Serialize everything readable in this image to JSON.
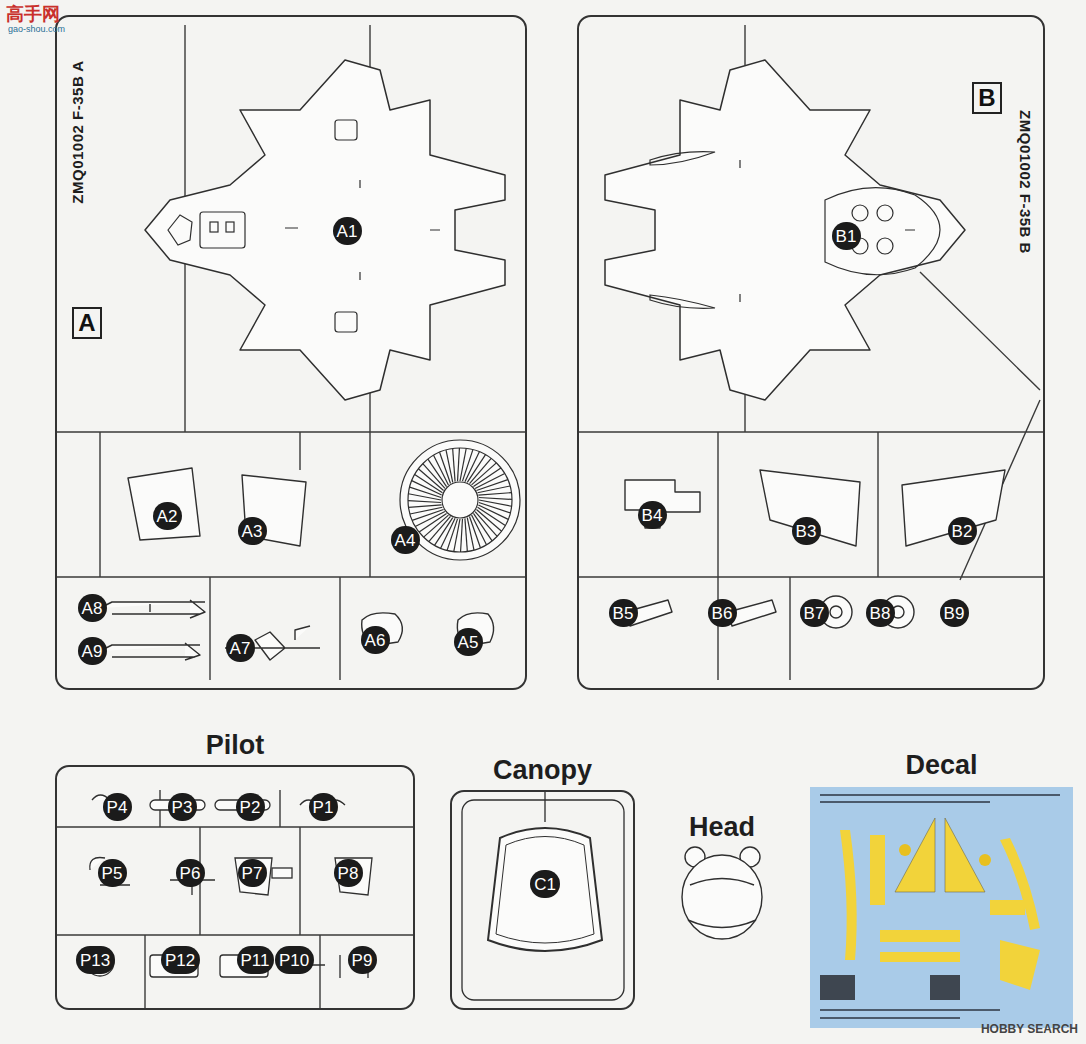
{
  "diagram": {
    "nodes": [
      {
        "text": [
          "ZMQ01002 F-35B A"
        ]
      },
      {
        "text": [
          "A"
        ],
        "in": 0
      },
      {
        "text": [
          "A1"
        ],
        "in": 0
      },
      {
        "text": [
          "A2"
        ],
        "in": 0
      },
      {
        "text": [
          "A3"
        ],
        "in": 0
      },
      {
        "text": [
          "A4"
        ],
        "in": 0
      },
      {
        "text": [
          "A8"
        ],
        "in": 0
      },
      {
        "text": [
          "A7"
        ],
        "in": 0
      },
      {
        "text": [
          "A6"
        ],
        "in": 0
      },
      {
        "text": [
          "A5"
        ],
        "in": 0
      },
      {
        "text": [
          "A9"
        ],
        "in": 0
      },
      {
        "text": [
          "ZMQ01002 F-35B B"
        ]
      },
      {
        "text": [
          "B"
        ],
        "in": 11
      },
      {
        "text": [
          "B1"
        ],
        "in": 11
      },
      {
        "text": [
          "B4"
        ],
        "in": 11
      },
      {
        "text": [
          "B3"
        ],
        "in": 11
      },
      {
        "text": [
          "B2"
        ],
        "in": 11
      },
      {
        "text": [
          "B5"
        ],
        "in": 11
      },
      {
        "text": [
          "B6"
        ],
        "in": 11
      },
      {
        "text": [
          "B7"
        ],
        "in": 11
      },
      {
        "text": [
          "B8"
        ],
        "in": 11
      },
      {
        "text": [
          "B9"
        ],
        "in": 11
      },
      {
        "text": [
          "Pilot"
        ]
      },
      {
        "text": [
          "P4"
        ],
        "in": 22
      },
      {
        "text": [
          "P3"
        ],
        "in": 22
      },
      {
        "text": [
          "P2"
        ],
        "in": 22
      },
      {
        "text": [
          "P1"
        ],
        "in": 22
      },
      {
        "text": [
          "P5"
        ],
        "in": 22
      },
      {
        "text": [
          "P6"
        ],
        "in": 22
      },
      {
        "text": [
          "P7"
        ],
        "in": 22
      },
      {
        "text": [
          "P8"
        ],
        "in": 22
      },
      {
        "text": [
          "P13"
        ],
        "in": 22
      },
      {
        "text": [
          "P12"
        ],
        "in": 22
      },
      {
        "text": [
          "P11"
        ],
        "in": 22
      },
      {
        "text": [
          "P10"
        ],
        "in": 22
      },
      {
        "text": [
          "P9"
        ],
        "in": 22
      },
      {
        "text": [
          "Canopy"
        ]
      },
      {
        "text": [
          "C1"
        ],
        "in": 36
      },
      {
        "text": [
          "Decal"
        ]
      }
    ],
    "labels": [
      "高手网",
      "gao-shou.com",
      "Head",
      "HOBBY SEARCH"
    ]
  }
}
